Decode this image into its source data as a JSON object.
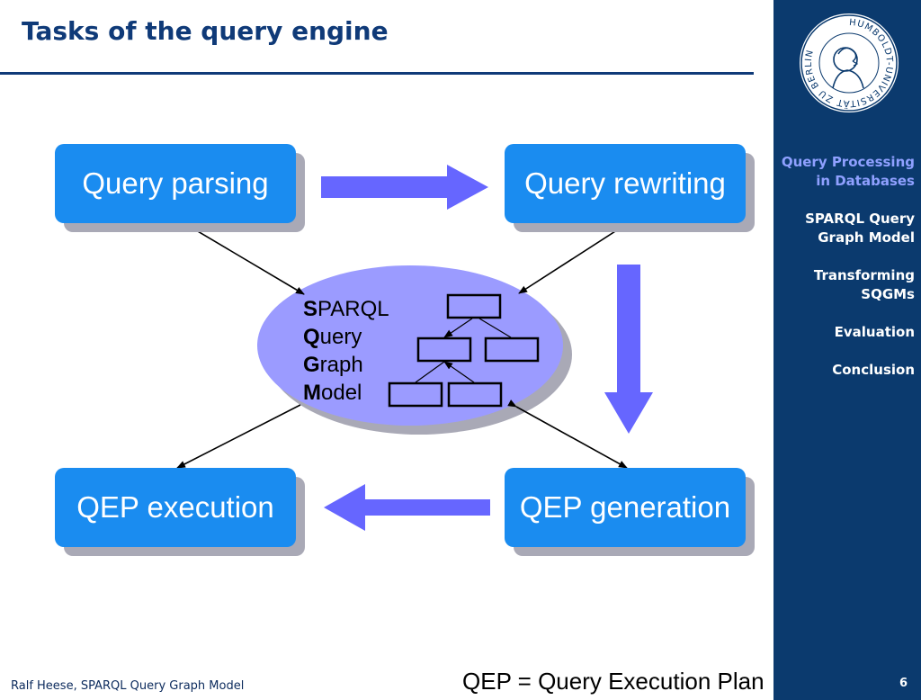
{
  "slide": {
    "title": "Tasks of the query engine",
    "page_number": "6",
    "footer": "Ralf Heese, SPARQL Query Graph Model",
    "footnote": "QEP = Query Execution Plan"
  },
  "sidebar": {
    "seal_text": "HUMBOLDT-UNIVERSITÄT ZU BERLIN",
    "nav": [
      {
        "label": "Query Processing in Databases",
        "active": true
      },
      {
        "label": "SPARQL Query Graph Model",
        "active": false
      },
      {
        "label": "Transforming SQGMs",
        "active": false
      },
      {
        "label": "Evaluation",
        "active": false
      },
      {
        "label": "Conclusion",
        "active": false
      }
    ]
  },
  "diagram": {
    "boxes": {
      "parsing": "Query parsing",
      "rewriting": "Query rewriting",
      "execution": "QEP execution",
      "generation": "QEP generation"
    },
    "sqgm": [
      {
        "initial": "S",
        "rest": "PARQL"
      },
      {
        "initial": "Q",
        "rest": "uery"
      },
      {
        "initial": "G",
        "rest": "raph"
      },
      {
        "initial": "M",
        "rest": "odel"
      }
    ]
  },
  "colors": {
    "title": "#0f3a78",
    "sidebar": "#0b3a6e",
    "box": "#1a8cf0",
    "ellipse": "#9b9bff",
    "arrow": "#6666ff",
    "active_nav": "#8fa0ff"
  }
}
